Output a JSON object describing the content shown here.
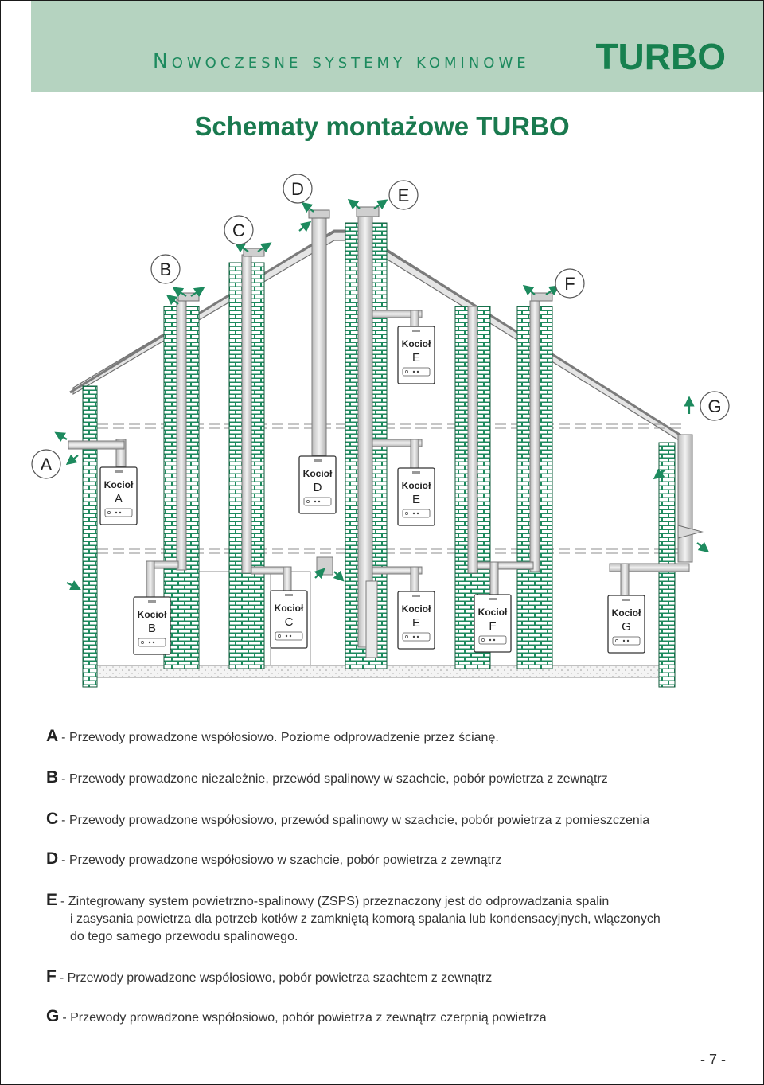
{
  "header": {
    "subtitle": "Nowoczesne systemy kominowe",
    "brand": "TURBO"
  },
  "title": "Schematy montażowe TURBO",
  "diagram": {
    "labels": [
      "A",
      "B",
      "C",
      "D",
      "E",
      "F",
      "G"
    ],
    "boilers": [
      {
        "top": "Kocioł",
        "bottom": "A"
      },
      {
        "top": "Kocioł",
        "bottom": "B"
      },
      {
        "top": "Kocioł",
        "bottom": "C"
      },
      {
        "top": "Kocioł",
        "bottom": "D"
      },
      {
        "top": "Kocioł",
        "bottom": "E"
      },
      {
        "top": "Kocioł",
        "bottom": "E"
      },
      {
        "top": "Kocioł",
        "bottom": "E"
      },
      {
        "top": "Kocioł",
        "bottom": "F"
      },
      {
        "top": "Kocioł",
        "bottom": "G"
      }
    ],
    "colors": {
      "brick": "#1d8a5e",
      "arrow": "#1d8a5e",
      "roof": "#6f6f6f",
      "pipe": "#d8d8d8"
    }
  },
  "legend": [
    {
      "key": "A",
      "text": "- Przewody prowadzone współosiowo. Poziome odprowadzenie przez ścianę.",
      "cont": []
    },
    {
      "key": "B",
      "text": "- Przewody prowadzone niezależnie, przewód spalinowy w szachcie, pobór powietrza z zewnątrz",
      "cont": []
    },
    {
      "key": "C",
      "text": "- Przewody prowadzone współosiowo, przewód spalinowy w szachcie, pobór powietrza z pomieszczenia",
      "cont": []
    },
    {
      "key": "D",
      "text": "- Przewody prowadzone współosiowo w szachcie, pobór powietrza z zewnątrz",
      "cont": []
    },
    {
      "key": "E",
      "text": "- Zintegrowany system powietrzno-spalinowy (ZSPS) przeznaczony jest do odprowadzania spalin",
      "cont": [
        "i zasysania powietrza dla potrzeb kotłów z zamkniętą komorą spalania lub kondensacyjnych, włączonych",
        "do tego samego przewodu spalinowego."
      ]
    },
    {
      "key": "F",
      "text": "- Przewody prowadzone współosiowo, pobór powietrza szachtem z zewnątrz",
      "cont": []
    },
    {
      "key": "G",
      "text": "- Przewody prowadzone współosiowo, pobór powietrza z zewnątrz czerpnią powietrza",
      "cont": []
    }
  ],
  "page_number": "- 7 -"
}
